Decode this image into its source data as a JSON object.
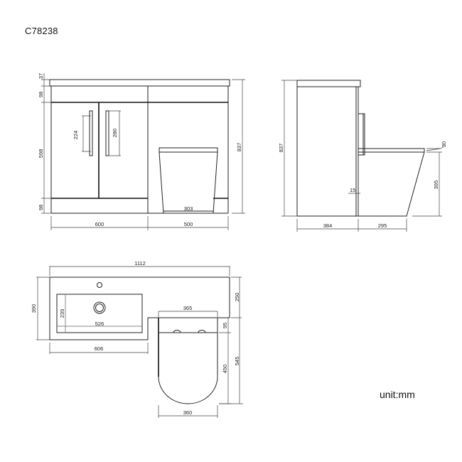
{
  "header": {
    "product_code": "C78238"
  },
  "footer": {
    "unit_label": "unit:mm"
  },
  "front_view": {
    "dims": {
      "top_thickness": "37",
      "plinth_top": "98",
      "door_height": "598",
      "plinth_bottom": "98",
      "handle_left": "224",
      "handle_right": "280",
      "overall_height": "837",
      "vanity_width": "600",
      "wc_unit_width": "500",
      "pan_base_width": "303"
    }
  },
  "side_view": {
    "dims": {
      "overall_height": "837",
      "cabinet_depth": "384",
      "pan_projection": "295",
      "seat_thickness": "30",
      "pan_height": "395",
      "gap": "15"
    }
  },
  "plan_view": {
    "dims": {
      "overall_width": "1112",
      "basin_depth": "390",
      "bowl_depth": "239",
      "bowl_width": "526",
      "vanity_width": "606",
      "pan_back_width": "365",
      "unit_depth": "250",
      "cistern_gap": "95",
      "seat_length": "450",
      "pan_length": "545",
      "seat_width": "360"
    }
  }
}
